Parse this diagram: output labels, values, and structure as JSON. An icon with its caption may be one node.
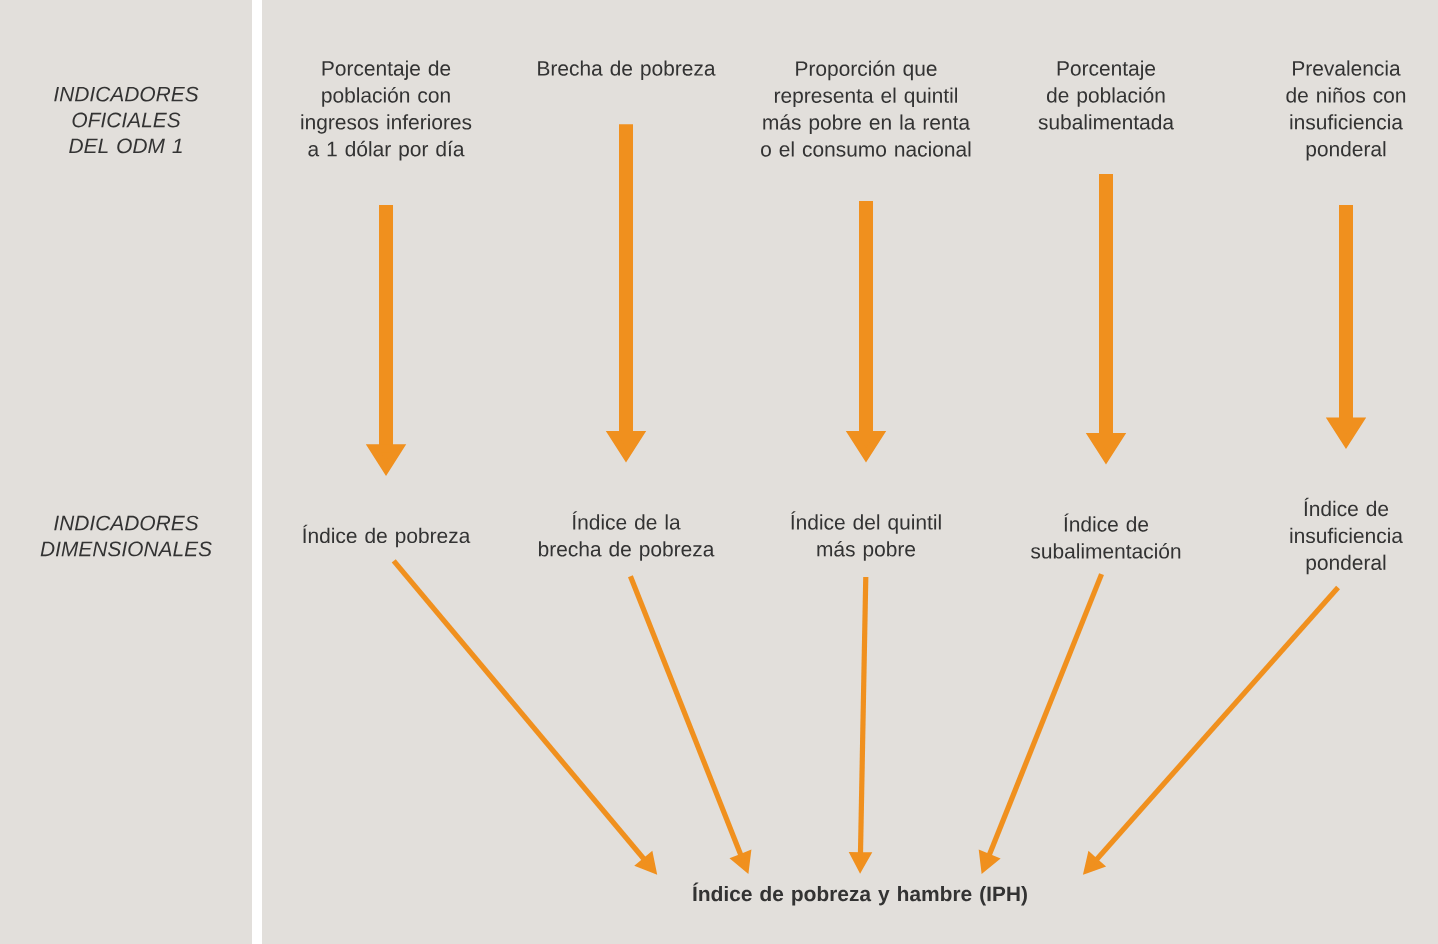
{
  "diagram": {
    "nodes": [
      {
        "text": [
          "Porcentaje de población con ingresos inferiores a 1 dólar por día"
        ]
      },
      {
        "text": [
          "Brecha de pobreza"
        ]
      },
      {
        "text": [
          "Proporción que representa el quintil más pobre en la renta o el consumo nacional"
        ]
      },
      {
        "text": [
          "Porcentaje de población subalimentada"
        ]
      },
      {
        "text": [
          "Prevalencia de niños con insuficiencia ponderal"
        ]
      },
      {
        "text": [
          "Índice de pobreza"
        ]
      },
      {
        "text": [
          "Índice de la brecha de pobreza"
        ]
      },
      {
        "text": [
          "Índice del quintil más pobre"
        ]
      },
      {
        "text": [
          "Índice de subalimentación"
        ]
      },
      {
        "text": [
          "Índice de insuficiencia ponderal"
        ]
      },
      {
        "text": [
          "Índice de pobreza y hambre (IPH)"
        ]
      }
    ],
    "edges": [
      {
        "from": 0,
        "to": 5,
        "arrow": "to",
        "style": "thick"
      },
      {
        "from": 1,
        "to": 6,
        "arrow": "to",
        "style": "thick"
      },
      {
        "from": 2,
        "to": 7,
        "arrow": "to",
        "style": "thick"
      },
      {
        "from": 3,
        "to": 8,
        "arrow": "to",
        "style": "thick"
      },
      {
        "from": 4,
        "to": 9,
        "arrow": "to",
        "style": "thick"
      },
      {
        "from": 5,
        "to": 10,
        "arrow": "to"
      },
      {
        "from": 6,
        "to": 10,
        "arrow": "to"
      },
      {
        "from": 7,
        "to": 10,
        "arrow": "to"
      },
      {
        "from": 8,
        "to": 10,
        "arrow": "to"
      },
      {
        "from": 9,
        "to": 10,
        "arrow": "to"
      }
    ],
    "labels": [
      "INDICADORES OFICIALES DEL ODM 1",
      "INDICADORES DIMENSIONALES"
    ]
  }
}
